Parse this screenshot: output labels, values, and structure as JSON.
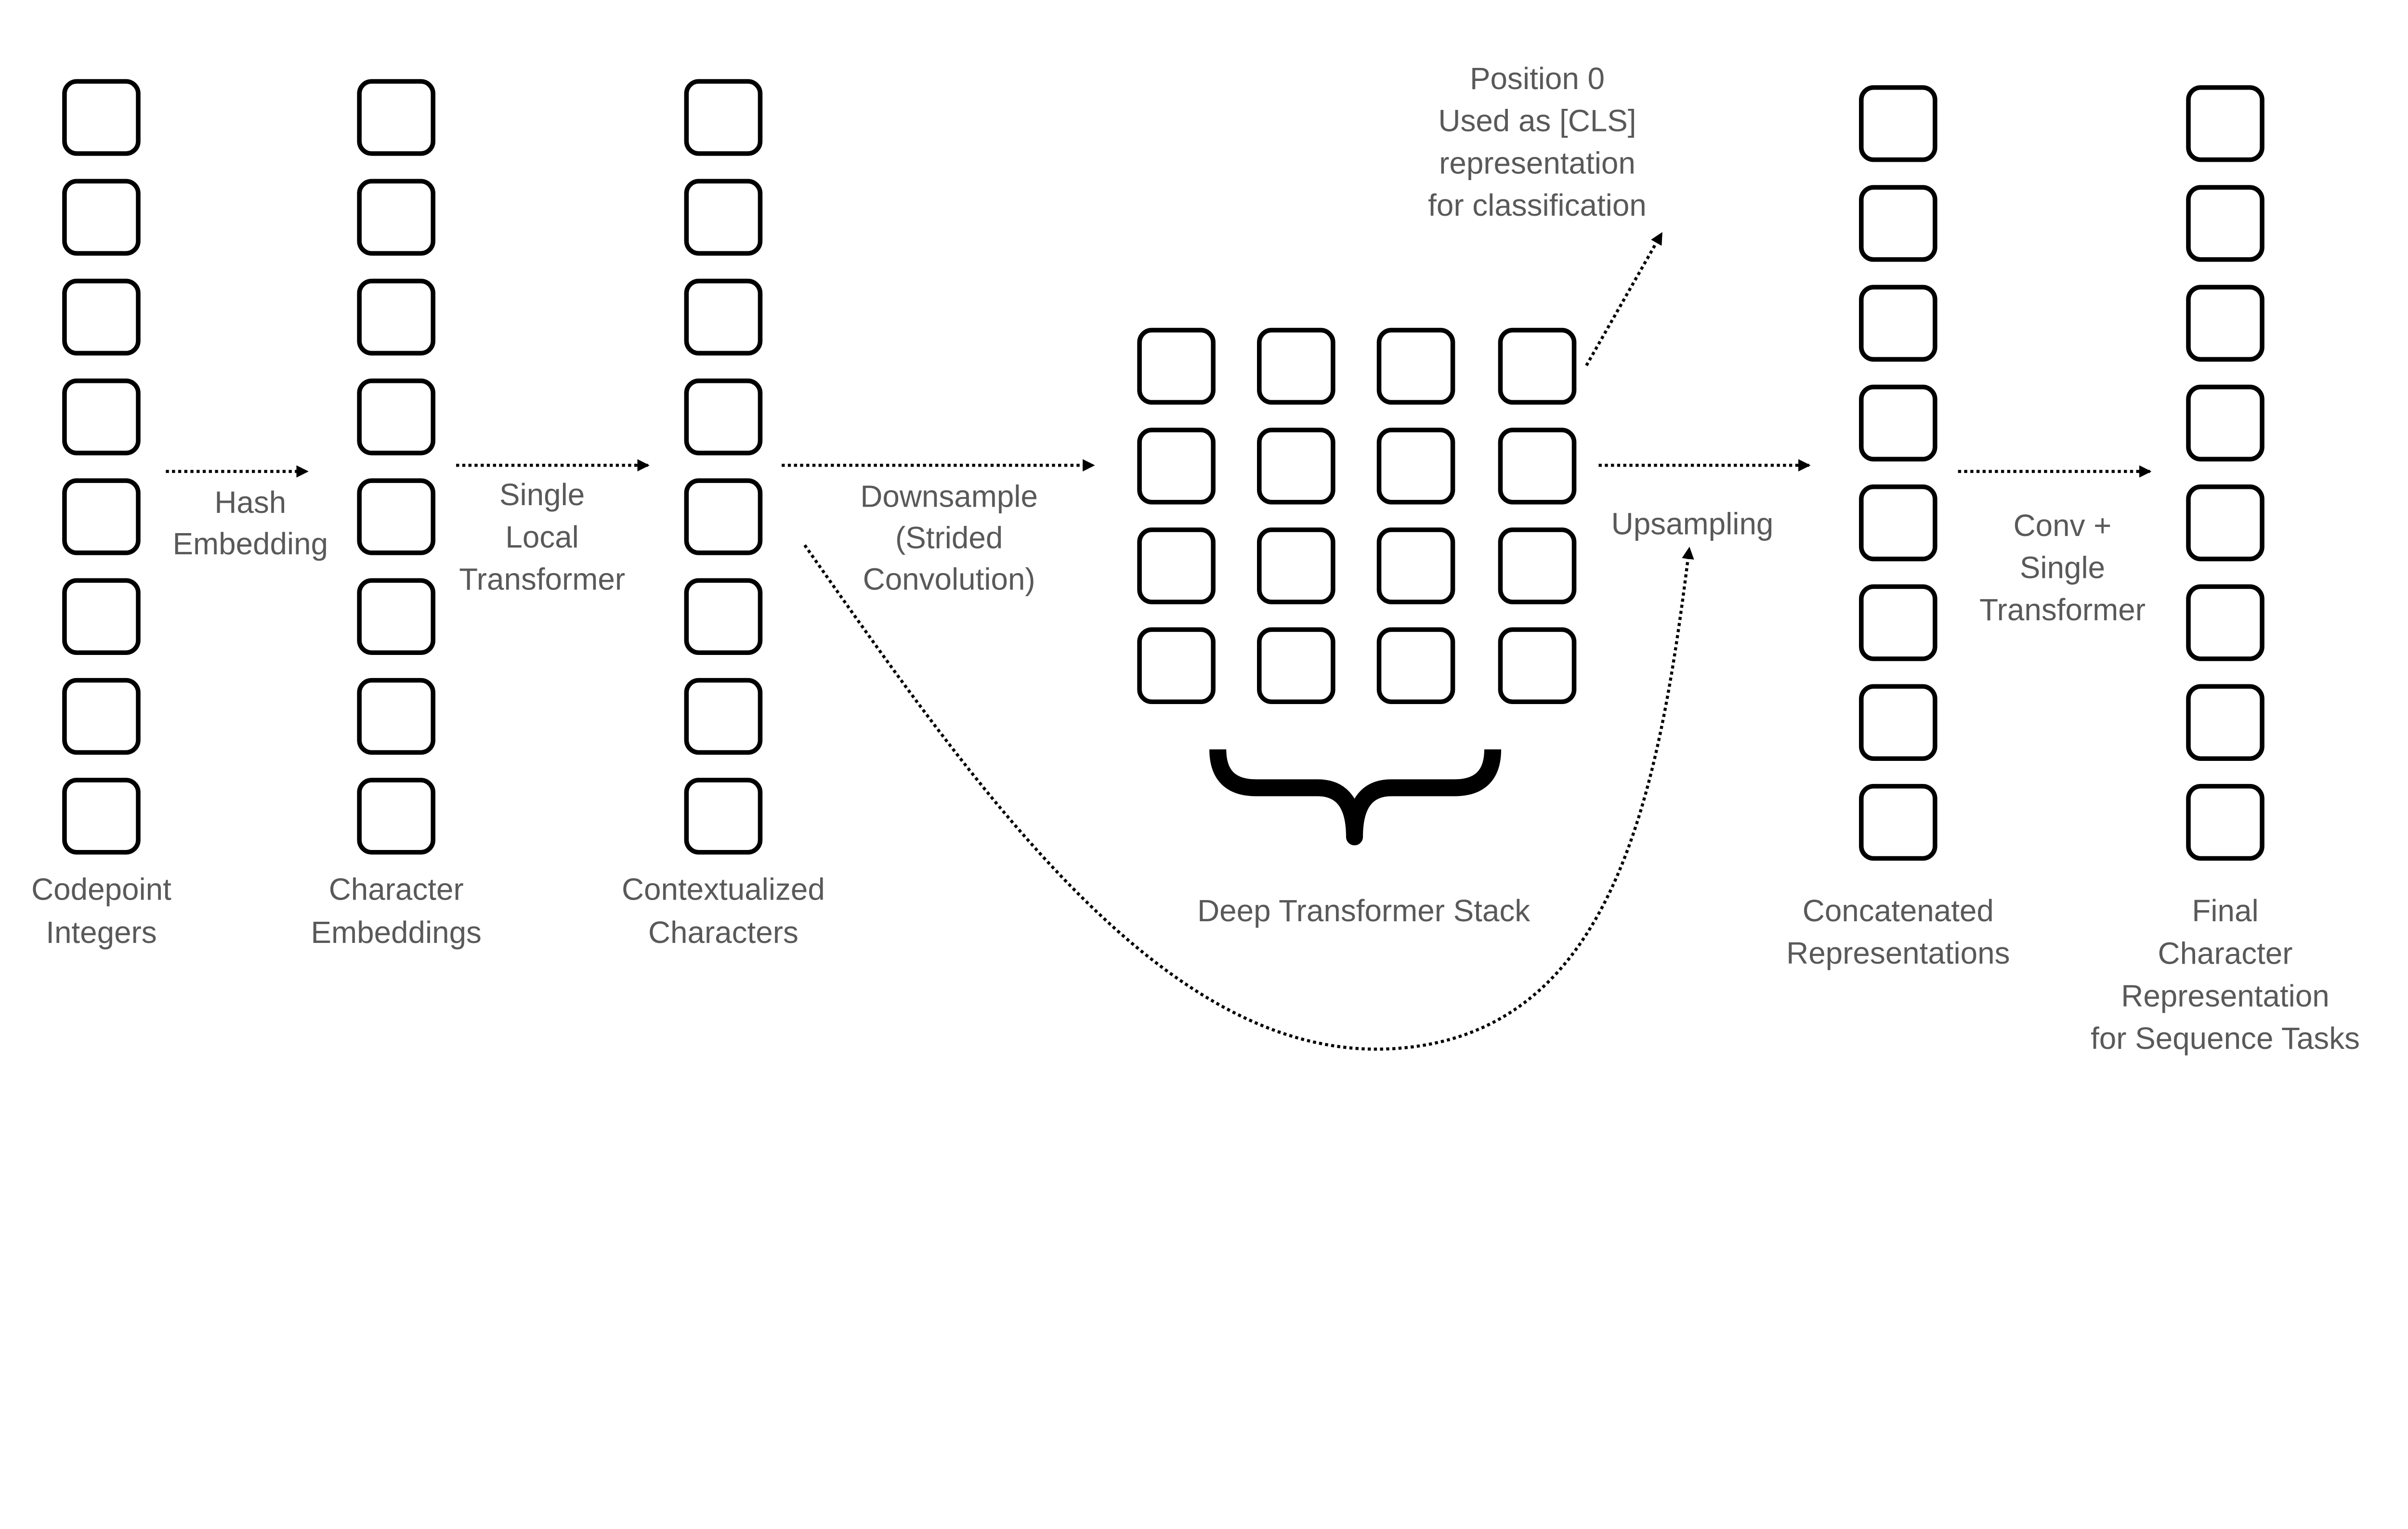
{
  "labels": {
    "hash_embedding": [
      "Hash",
      "Embedding"
    ],
    "single_local_transformer": [
      "Single",
      "Local",
      "Transformer"
    ],
    "downsample": [
      "Downsample",
      "(Strided",
      "Convolution)"
    ],
    "upsampling": [
      "Upsampling"
    ],
    "conv_single_transformer": [
      "Conv +",
      "Single",
      "Transformer"
    ],
    "cls_note": [
      "Position 0",
      "Used as [CLS]",
      "representation",
      "for classification"
    ],
    "codepoint_integers": [
      "Codepoint",
      "Integers"
    ],
    "character_embeddings": [
      "Character",
      "Embeddings"
    ],
    "contextualized_characters": [
      "Contextualized",
      "Characters"
    ],
    "deep_transformer_stack": [
      "Deep Transformer Stack"
    ],
    "concatenated_representations": [
      "Concatenated",
      "Representations"
    ],
    "final_representation": [
      "Final",
      "Character",
      "Representation",
      "for Sequence Tasks"
    ]
  },
  "colors": {
    "text": "#595959",
    "stroke": "#000000"
  }
}
